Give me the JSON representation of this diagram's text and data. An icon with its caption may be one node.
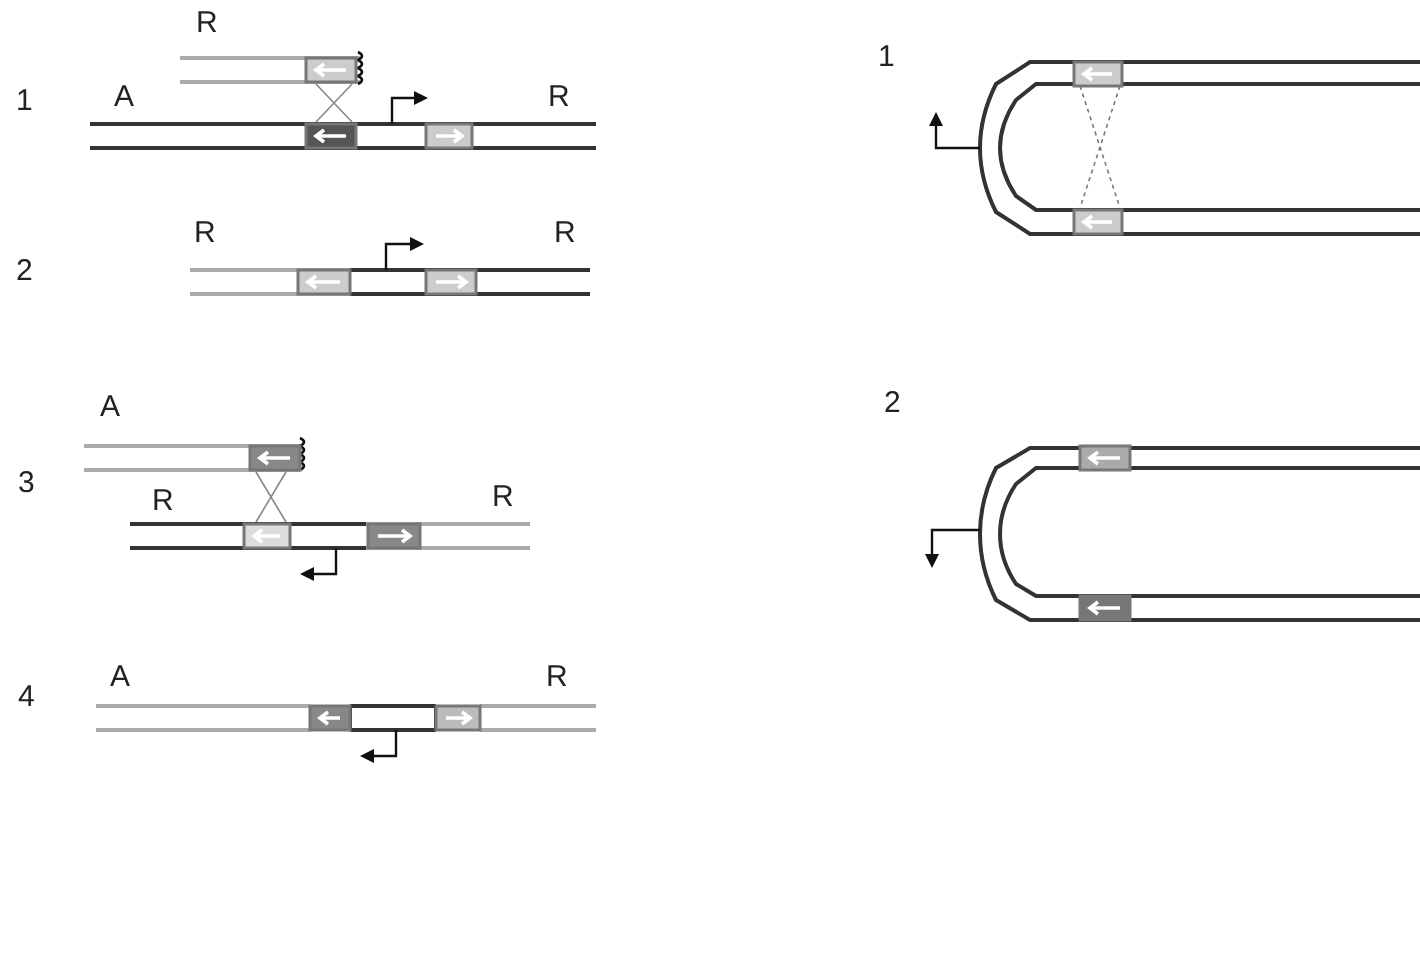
{
  "diagram": {
    "labels": [
      "R",
      "1",
      "A",
      "R",
      "2",
      "R",
      "R",
      "A",
      "3",
      "R",
      "R",
      "4",
      "A",
      "R",
      "1",
      "2"
    ]
  }
}
